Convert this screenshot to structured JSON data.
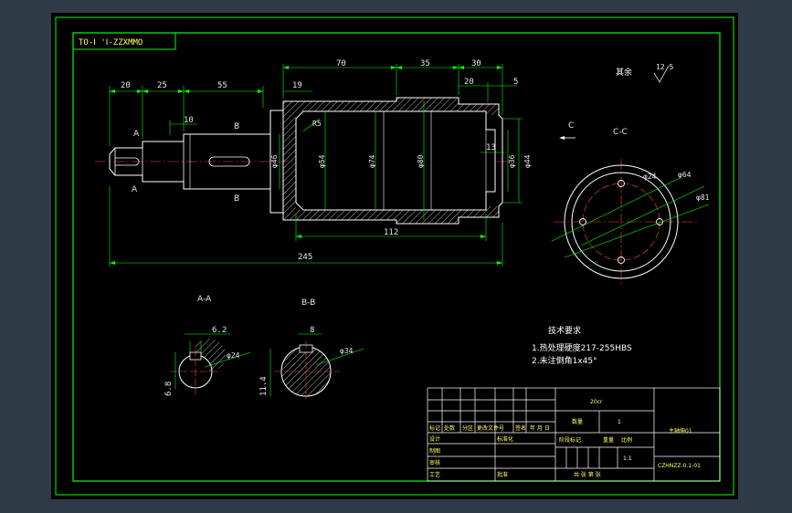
{
  "drawing": {
    "tag": "ТО-Ⅰ 'Ⅰ-ZZXMMO",
    "roughness_label": "其余",
    "roughness_value": "12.5",
    "section_a": "A-A",
    "section_b": "B-B",
    "section_c": "C-C",
    "view_c": "C",
    "arrow_a1": "A",
    "arrow_a2": "A",
    "arrow_b1": "B",
    "arrow_b2": "B",
    "dims": {
      "d20a": "20",
      "d25": "25",
      "d55": "55",
      "d10": "10",
      "d19": "19",
      "d70": "70",
      "d35": "35",
      "d30": "30",
      "d20b": "20",
      "d5": "5",
      "d13": "13",
      "d112": "112",
      "d245": "245",
      "r5": "R5",
      "phi46": "φ46",
      "phi54": "φ54",
      "phi74": "φ74",
      "phi80": "φ80",
      "phi36": "φ36",
      "phi44": "φ44",
      "phi24c": "φ24",
      "phi64": "φ64",
      "phi81": "φ81",
      "a62": "6.2",
      "a68": "6.8",
      "aphi24": "φ24",
      "b8": "8",
      "b114": "11.4",
      "bphi34": "φ34"
    },
    "notes": {
      "title": "技术要求",
      "line1": "1.热处理硬度217-255HBS",
      "line2": "2.未注倒角1x45°"
    },
    "title_block": {
      "material": "20cr",
      "part_name": "主轴伸01",
      "drawing_no": "CZHNZZ-0.1-01",
      "mark": "标记",
      "count": "处数",
      "zone": "分区",
      "change_doc": "更改文件号",
      "signature": "签名",
      "date": "年 月 日",
      "design": "设计",
      "standard": "标准化",
      "draft": "制图",
      "review": "审核",
      "process": "工艺",
      "approve": "批准",
      "stage": "阶段标记",
      "weight": "重量",
      "scale": "比例",
      "qty_label": "数量",
      "qty_value": "1",
      "scale_value": "1:1",
      "sheet": "共 张 第 张"
    }
  }
}
